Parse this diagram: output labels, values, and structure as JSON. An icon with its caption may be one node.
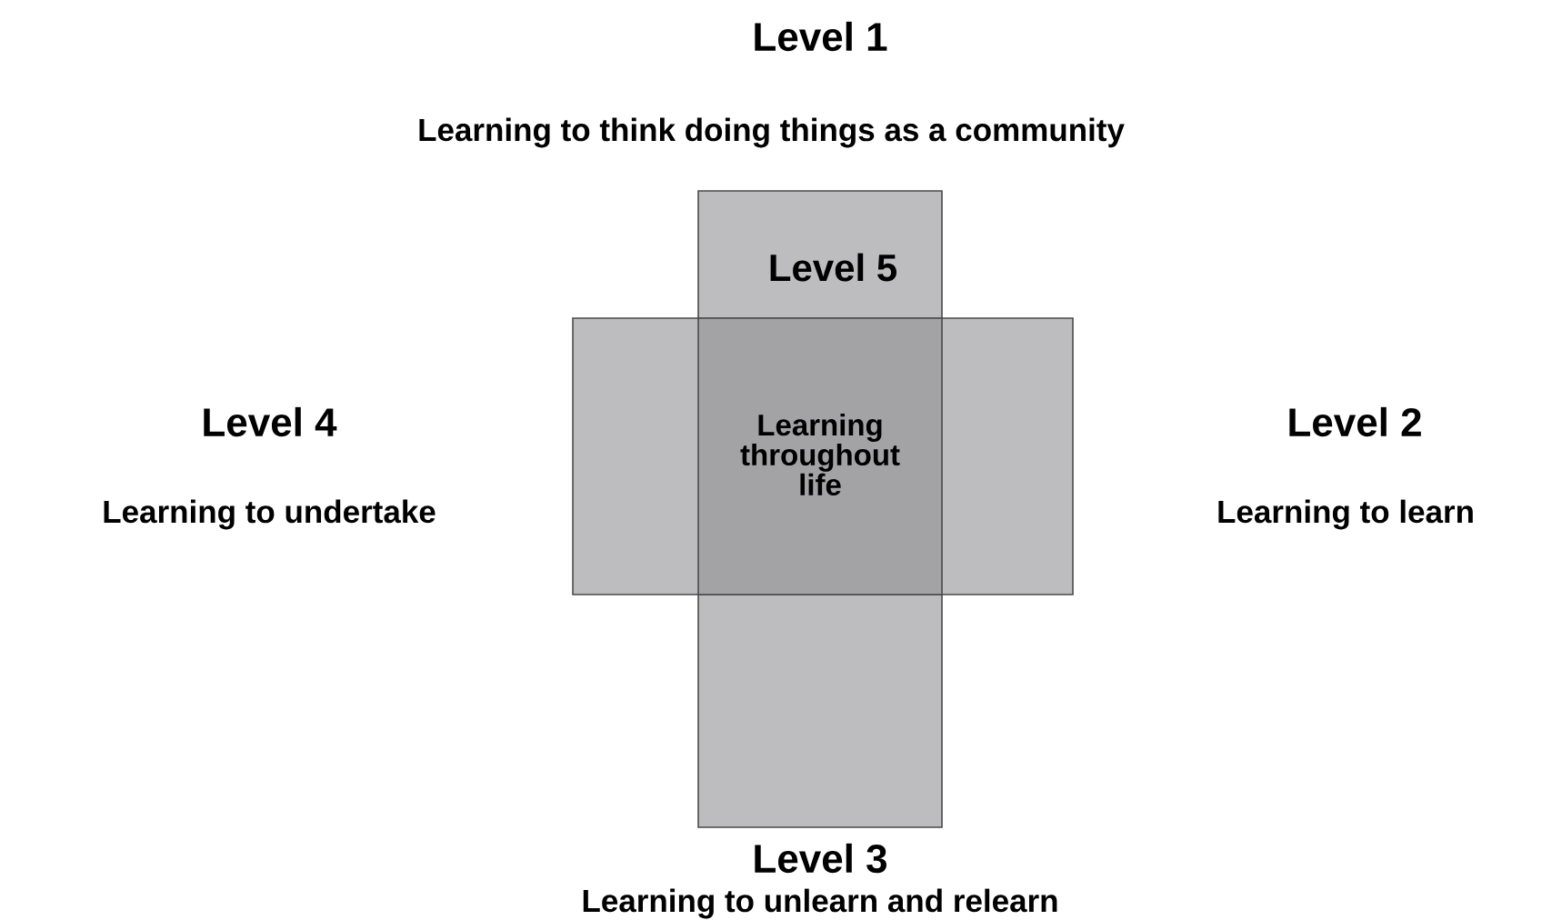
{
  "diagram": {
    "nodes": [
      {
        "text": [
          "Level 5"
        ]
      },
      {
        "text": [],
        "shape": "box"
      },
      {
        "text": [
          "Learning throughout life"
        ]
      }
    ],
    "labels": [
      "Level 1",
      "Learning to think doing things as a community",
      "Level 4",
      "Level 2",
      "Learning to undertake",
      "Learning to learn",
      "Level 3",
      "Learning to unlearn and relearn"
    ]
  }
}
